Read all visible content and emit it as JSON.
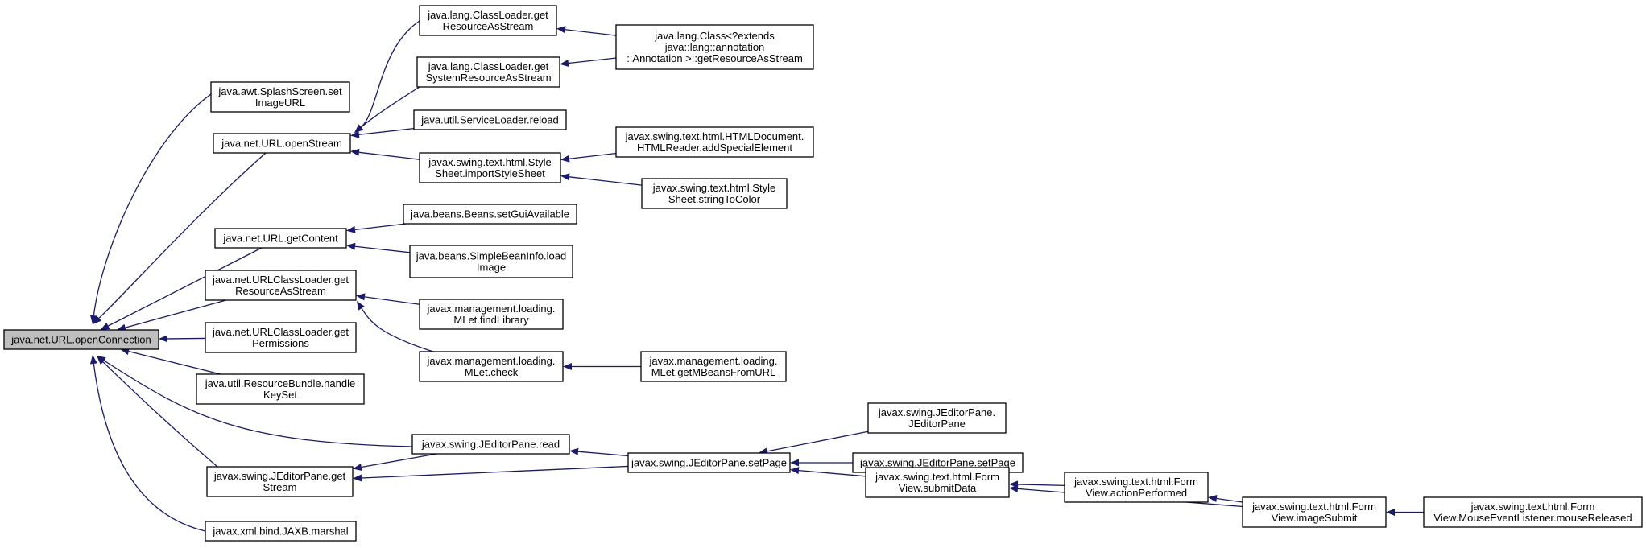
{
  "diagram": {
    "type": "caller-graph",
    "colors": {
      "edge": "#191970",
      "root_fill": "#bfbfbf",
      "node_fill": "#ffffff",
      "node_border": "#000000",
      "text": "#000000"
    },
    "nodes": [
      {
        "id": "root",
        "lines": [
          "java.net.URL.openConnection"
        ],
        "root": true
      },
      {
        "id": "splash",
        "lines": [
          "java.awt.SplashScreen.set",
          "ImageURL"
        ]
      },
      {
        "id": "openStream",
        "lines": [
          "java.net.URL.openStream"
        ]
      },
      {
        "id": "getContent",
        "lines": [
          "java.net.URL.getContent"
        ]
      },
      {
        "id": "uclGetRes",
        "lines": [
          "java.net.URLClassLoader.get",
          "ResourceAsStream"
        ]
      },
      {
        "id": "uclGetPerm",
        "lines": [
          "java.net.URLClassLoader.get",
          "Permissions"
        ]
      },
      {
        "id": "rbHandle",
        "lines": [
          "java.util.ResourceBundle.handle",
          "KeySet"
        ]
      },
      {
        "id": "jepRead",
        "lines": [
          "javax.swing.JEditorPane.read"
        ]
      },
      {
        "id": "jepGetStream",
        "lines": [
          "javax.swing.JEditorPane.get",
          "Stream"
        ]
      },
      {
        "id": "jaxb",
        "lines": [
          "javax.xml.bind.JAXB.marshal"
        ]
      },
      {
        "id": "clGetRes",
        "lines": [
          "java.lang.ClassLoader.get",
          "ResourceAsStream"
        ]
      },
      {
        "id": "clGetSysRes",
        "lines": [
          "java.lang.ClassLoader.get",
          "SystemResourceAsStream"
        ]
      },
      {
        "id": "slReload",
        "lines": [
          "java.util.ServiceLoader.reload"
        ]
      },
      {
        "id": "ssImport",
        "lines": [
          "javax.swing.text.html.Style",
          "Sheet.importStyleSheet"
        ]
      },
      {
        "id": "classGetRes",
        "lines": [
          "java.lang.Class<?extends",
          " java::lang::annotation",
          "::Annotation >::getResourceAsStream"
        ]
      },
      {
        "id": "htmlSpecial",
        "lines": [
          "javax.swing.text.html.HTMLDocument.",
          "HTMLReader.addSpecialElement"
        ]
      },
      {
        "id": "ssToColor",
        "lines": [
          "javax.swing.text.html.Style",
          "Sheet.stringToColor"
        ]
      },
      {
        "id": "beansGui",
        "lines": [
          "java.beans.Beans.setGuiAvailable"
        ]
      },
      {
        "id": "sbiLoad",
        "lines": [
          "java.beans.SimpleBeanInfo.load",
          "Image"
        ]
      },
      {
        "id": "mletFind",
        "lines": [
          "javax.management.loading.",
          "MLet.findLibrary"
        ]
      },
      {
        "id": "mletCheck",
        "lines": [
          "javax.management.loading.",
          "MLet.check"
        ]
      },
      {
        "id": "mletGetMB",
        "lines": [
          "javax.management.loading.",
          "MLet.getMBeansFromURL"
        ]
      },
      {
        "id": "jepSetPage",
        "lines": [
          "javax.swing.JEditorPane.setPage"
        ]
      },
      {
        "id": "jepCtor",
        "lines": [
          "javax.swing.JEditorPane.",
          "JEditorPane"
        ]
      },
      {
        "id": "jepSetPage2",
        "lines": [
          "javax.swing.JEditorPane.setPage"
        ]
      },
      {
        "id": "fvSubmit",
        "lines": [
          "javax.swing.text.html.Form",
          "View.submitData"
        ]
      },
      {
        "id": "fvAction",
        "lines": [
          "javax.swing.text.html.Form",
          "View.actionPerformed"
        ]
      },
      {
        "id": "fvImage",
        "lines": [
          "javax.swing.text.html.Form",
          "View.imageSubmit"
        ]
      },
      {
        "id": "fvMouse",
        "lines": [
          "javax.swing.text.html.Form",
          "View.MouseEventListener.mouseReleased"
        ]
      }
    ],
    "edges": [
      {
        "from": "splash",
        "to": "root"
      },
      {
        "from": "openStream",
        "to": "root"
      },
      {
        "from": "getContent",
        "to": "root"
      },
      {
        "from": "uclGetRes",
        "to": "root"
      },
      {
        "from": "uclGetPerm",
        "to": "root"
      },
      {
        "from": "rbHandle",
        "to": "root"
      },
      {
        "from": "jepRead",
        "to": "root"
      },
      {
        "from": "jepGetStream",
        "to": "root"
      },
      {
        "from": "jaxb",
        "to": "root"
      },
      {
        "from": "clGetRes",
        "to": "openStream"
      },
      {
        "from": "clGetSysRes",
        "to": "openStream"
      },
      {
        "from": "slReload",
        "to": "openStream"
      },
      {
        "from": "ssImport",
        "to": "openStream"
      },
      {
        "from": "classGetRes",
        "to": "clGetRes"
      },
      {
        "from": "classGetRes",
        "to": "clGetSysRes"
      },
      {
        "from": "htmlSpecial",
        "to": "ssImport"
      },
      {
        "from": "ssToColor",
        "to": "ssImport"
      },
      {
        "from": "beansGui",
        "to": "getContent"
      },
      {
        "from": "sbiLoad",
        "to": "getContent"
      },
      {
        "from": "mletFind",
        "to": "uclGetRes"
      },
      {
        "from": "mletCheck",
        "to": "uclGetRes"
      },
      {
        "from": "mletGetMB",
        "to": "mletCheck"
      },
      {
        "from": "jepSetPage",
        "to": "jepRead"
      },
      {
        "from": "jepSetPage",
        "to": "jepGetStream"
      },
      {
        "from": "jepRead",
        "to": "jepGetStream"
      },
      {
        "from": "jepCtor",
        "to": "jepSetPage"
      },
      {
        "from": "jepSetPage2",
        "to": "jepSetPage"
      },
      {
        "from": "fvSubmit",
        "to": "jepSetPage"
      },
      {
        "from": "fvAction",
        "to": "fvSubmit"
      },
      {
        "from": "fvImage",
        "to": "fvSubmit"
      },
      {
        "from": "fvImage",
        "to": "fvAction"
      },
      {
        "from": "fvMouse",
        "to": "fvImage"
      }
    ]
  }
}
